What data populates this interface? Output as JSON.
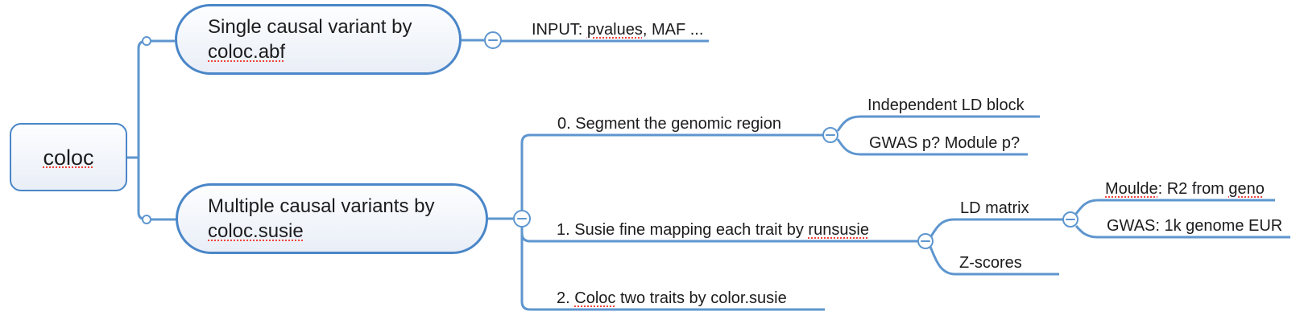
{
  "map": {
    "root": {
      "segments": [
        {
          "t": "coloc",
          "m": true
        }
      ]
    },
    "children": [
      {
        "topic": {
          "lines": [
            [
              {
                "t": "Single causal variant by"
              }
            ],
            [
              {
                "t": "coloc.abf",
                "m": true
              }
            ]
          ]
        },
        "children": [
          {
            "label": [
              {
                "t": "INPUT: "
              },
              {
                "t": "pvalues",
                "m": true
              },
              {
                "t": ", MAF ..."
              }
            ]
          }
        ]
      },
      {
        "topic": {
          "lines": [
            [
              {
                "t": "Multiple causal variants by"
              }
            ],
            [
              {
                "t": "coloc.susie",
                "m": true
              }
            ]
          ]
        },
        "children": [
          {
            "label": [
              {
                "t": "0. Segment the genomic region"
              }
            ],
            "children": [
              {
                "label": [
                  {
                    "t": "Independent LD block"
                  }
                ]
              },
              {
                "label": [
                  {
                    "t": "GWAS p? Module p?"
                  }
                ]
              }
            ]
          },
          {
            "label": [
              {
                "t": "1. Susie fine mapping each trait by "
              },
              {
                "t": "runsusie",
                "m": true
              }
            ],
            "children": [
              {
                "label": [
                  {
                    "t": "LD matrix"
                  }
                ],
                "children": [
                  {
                    "label": [
                      {
                        "t": "Moulde",
                        "m": true
                      },
                      {
                        "t": ": R2 from "
                      },
                      {
                        "t": "geno",
                        "m": true
                      }
                    ]
                  },
                  {
                    "label": [
                      {
                        "t": "GWAS: 1k genome EUR"
                      }
                    ]
                  }
                ]
              },
              {
                "label": [
                  {
                    "t": "Z-scores"
                  }
                ]
              }
            ]
          },
          {
            "label": [
              {
                "t": "2. "
              },
              {
                "t": "Coloc",
                "m": true
              },
              {
                "t": " two traits by color.susie"
              }
            ]
          }
        ]
      }
    ]
  },
  "colors": {
    "line": "#5e96cf",
    "node_border": "#4a86c8",
    "node_fill_top": "#fdfeff",
    "node_fill_bottom": "#e9eef7",
    "text": "#1c1c1e",
    "misspell_underline": "#f0443b"
  },
  "icons": {
    "collapse_button": "minus-circle-icon",
    "branch_joint": "dot-icon"
  }
}
